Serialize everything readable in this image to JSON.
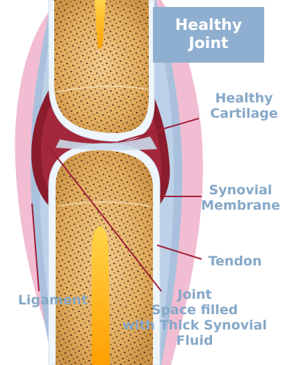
{
  "title": {
    "line1": "Healthy",
    "line2": "Joint"
  },
  "labels": {
    "cartilage": {
      "line1": "Healthy",
      "line2": "Cartilage"
    },
    "synovial_membrane": {
      "line1": "Synovial",
      "line2": "Membrane"
    },
    "tendon": "Tendon",
    "ligament": "Ligament",
    "joint_space": {
      "line1": "Joint",
      "line2": "Space filled",
      "line3": "with Thick Synovial",
      "line4": "Fluid"
    }
  },
  "colors": {
    "label_text": "#86a8c8",
    "title_box": "#8fafd0",
    "leader_line": "#9e1c36",
    "ligament": "#f2bdd2",
    "tendon": "#a9c1dd",
    "synovial_membrane": "#8a1c2c",
    "cartilage": "#f0f6fb",
    "bone": "#e7b86a",
    "marrow": "#ffb300"
  }
}
